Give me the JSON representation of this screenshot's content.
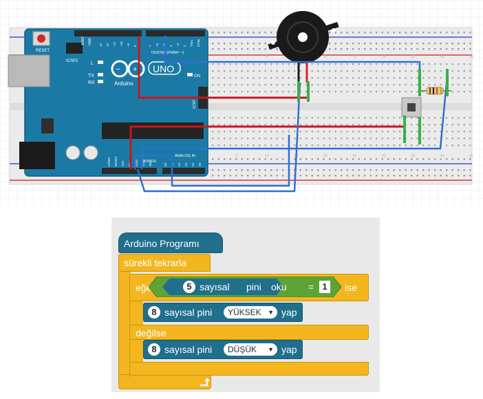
{
  "circuit": {
    "board": {
      "reset_label": "RESET",
      "icsp2_label": "ICSP2",
      "aref_label": "AREF",
      "gnd_label": "GND",
      "digital_pins_top": [
        "13",
        "12",
        "~11",
        "~10",
        "~9",
        "8"
      ],
      "digital_pins_top_right": [
        "7",
        "~6",
        "~5",
        "4",
        "~3",
        "2",
        "TX▸1",
        "RX◂0"
      ],
      "digital_label": "DIGITAL (PWM= ~)",
      "l_label": "L",
      "tx_label": "TX",
      "rx_label": "RX",
      "brand_label": "Arduino",
      "uno_label": "UNO",
      "on_label": "ON",
      "icsp_label": "ICSP",
      "power_label": "POWER",
      "power_pins": [
        "IOREF",
        "RESET",
        "3V3",
        "5V",
        "GND",
        "GND",
        "Vin"
      ],
      "analog_label": "ANALOG IN",
      "analog_pins": [
        "A0",
        "A1",
        "A2",
        "A3",
        "A4",
        "A5"
      ]
    },
    "breadboard": {
      "column_numbers": [
        "5",
        "10",
        "15",
        "20",
        "25",
        "30",
        "35",
        "40",
        "45",
        "50",
        "55",
        "60"
      ]
    },
    "colors": {
      "board": "#1b7aa5",
      "board_dark": "#0e5c82",
      "breadboard": "#ebebeb",
      "wire_red": "#c8161d",
      "wire_blue": "#2f6fd0",
      "rail_red": "#d63a3a",
      "rail_blue": "#3b59c8",
      "hole_green": "#37b14a"
    }
  },
  "blocks": {
    "program_title": "Arduino Programı",
    "loop_label": "sürekli tekrarla",
    "if_label": "eğer",
    "then_label": "ise",
    "read_pin_number": "5",
    "read_label_1": "sayısal",
    "read_label_2": "pini",
    "read_label_3": "oku",
    "operator": "=",
    "compare_value": "1",
    "else_label": "değilse",
    "write1_pin": "8",
    "write1_label": "sayısal pini",
    "write1_value": "YÜKSEK",
    "write1_suffix": "yap",
    "write2_pin": "8",
    "write2_label": "sayısal pini",
    "write2_value": "DÜŞÜK",
    "write2_suffix": "yap",
    "colors": {
      "control": "#f3b61f",
      "arduino": "#1f6f8d",
      "logic": "#5ea335"
    }
  }
}
